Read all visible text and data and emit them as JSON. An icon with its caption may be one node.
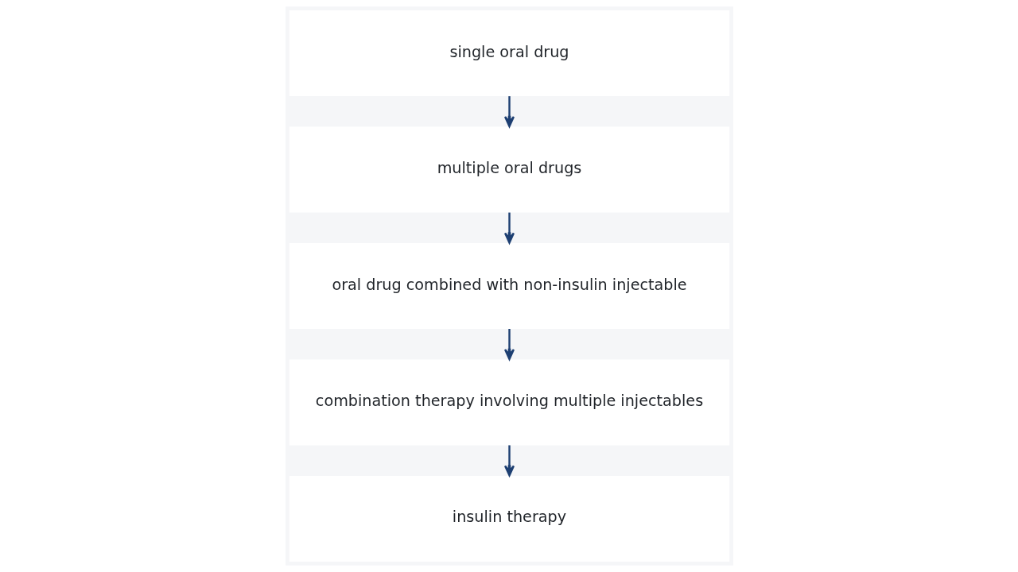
{
  "diagram": {
    "nodes": [
      {
        "text": [
          "single oral drug"
        ]
      },
      {
        "text": [
          "multiple oral drugs"
        ]
      },
      {
        "text": [
          "oral drug combined with non-insulin injectable"
        ]
      },
      {
        "text": [
          "combination therapy involving multiple injectables"
        ]
      },
      {
        "text": [
          "insulin therapy"
        ]
      }
    ],
    "edges": [
      {
        "from": 0,
        "to": 1,
        "arrow": "to"
      },
      {
        "from": 1,
        "to": 2,
        "arrow": "to"
      },
      {
        "from": 2,
        "to": 3,
        "arrow": "to"
      },
      {
        "from": 3,
        "to": 4,
        "arrow": "to"
      }
    ]
  }
}
